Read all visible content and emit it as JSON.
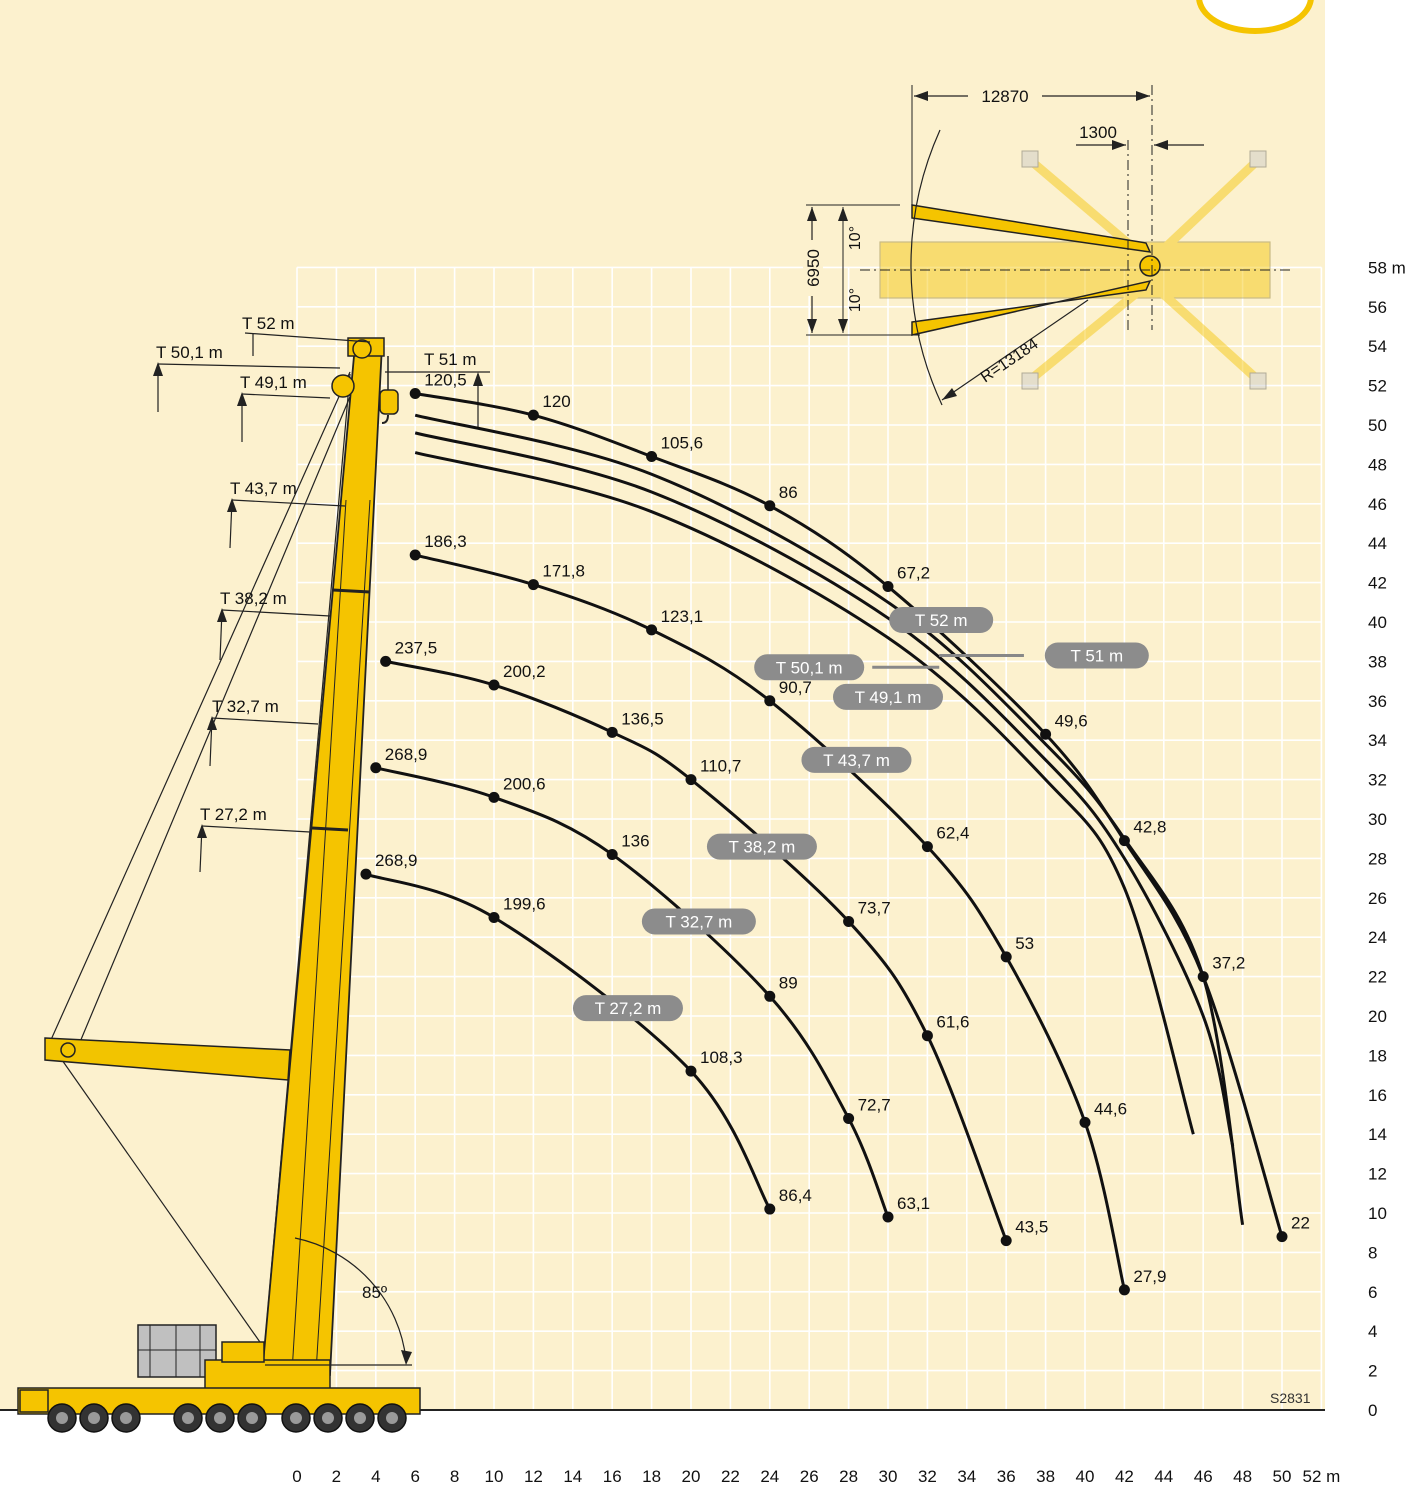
{
  "drawing_code": "S2831",
  "x_axis": {
    "ticks": [
      "0",
      "2",
      "4",
      "6",
      "8",
      "10",
      "12",
      "14",
      "16",
      "18",
      "20",
      "22",
      "24",
      "26",
      "28",
      "30",
      "32",
      "34",
      "36",
      "38",
      "40",
      "42",
      "44",
      "46",
      "48",
      "50",
      "52 m"
    ]
  },
  "y_axis": {
    "ticks": [
      "0",
      "2",
      "4",
      "6",
      "8",
      "10",
      "12",
      "14",
      "16",
      "18",
      "20",
      "22",
      "24",
      "26",
      "28",
      "30",
      "32",
      "34",
      "36",
      "38",
      "40",
      "42",
      "44",
      "46",
      "48",
      "50",
      "52",
      "54",
      "56",
      "58 m"
    ]
  },
  "luffing_angle": "85º",
  "outrigger_dims": {
    "length": "12870",
    "offset": "1300",
    "width": "6950",
    "angle_top": "10°",
    "angle_bottom": "10°",
    "radius": "R=13184"
  },
  "tower_length_labels": [
    "T 52 m",
    "T 50,1 m",
    "T 51 m",
    "T 49,1 m",
    "T 43,7 m",
    "T 38,2 m",
    "T 32,7 m",
    "T 27,2 m"
  ],
  "chart_data": {
    "type": "line",
    "xlabel": "",
    "ylabel": "",
    "xlim": [
      0,
      52
    ],
    "ylim": [
      0,
      58
    ],
    "x_unit": "m",
    "y_unit": "m",
    "grid": true,
    "series": [
      {
        "name": "T 52 m",
        "pill": "T 52 m",
        "points": [
          {
            "x": 6.0,
            "y": 51.6,
            "label": "120,5"
          },
          {
            "x": 12.0,
            "y": 50.5,
            "label": "120"
          },
          {
            "x": 18.0,
            "y": 48.4,
            "label": "105,6"
          },
          {
            "x": 24.0,
            "y": 45.9,
            "label": "86"
          },
          {
            "x": 30.0,
            "y": 41.8,
            "label": "67,2"
          },
          {
            "x": 38.0,
            "y": 34.3,
            "label": "49,6"
          },
          {
            "x": 42.0,
            "y": 28.9,
            "label": "42,8"
          },
          {
            "x": 46.0,
            "y": 22.0,
            "label": "37,2"
          },
          {
            "x": 50.0,
            "y": 8.8,
            "label": "22"
          }
        ]
      },
      {
        "name": "T 51 m",
        "pill": "T 51 m",
        "curve": [
          [
            6.0,
            50.5
          ],
          [
            18.0,
            47.5
          ],
          [
            30.0,
            41.0
          ],
          [
            38.0,
            33.8
          ],
          [
            42.0,
            29.0
          ],
          [
            46.0,
            22.0
          ],
          [
            48.0,
            9.4
          ]
        ]
      },
      {
        "name": "T 50,1 m",
        "pill": "T 50,1 m",
        "curve": [
          [
            6.0,
            49.6
          ],
          [
            18.0,
            46.6
          ],
          [
            30.0,
            40.2
          ],
          [
            38.0,
            33.0
          ],
          [
            42.0,
            28.0
          ],
          [
            46.0,
            20.0
          ],
          [
            47.5,
            13.4
          ]
        ]
      },
      {
        "name": "T 49,1 m",
        "pill": "T 49,1 m",
        "curve": [
          [
            6.0,
            48.6
          ],
          [
            18.0,
            45.6
          ],
          [
            30.0,
            39.2
          ],
          [
            38.0,
            32.0
          ],
          [
            42.0,
            26.5
          ],
          [
            45.5,
            14.0
          ]
        ]
      },
      {
        "name": "T 43,7 m",
        "pill": "T 43,7 m",
        "points": [
          {
            "x": 6.0,
            "y": 43.4,
            "label": "186,3"
          },
          {
            "x": 12.0,
            "y": 41.9,
            "label": "171,8"
          },
          {
            "x": 18.0,
            "y": 39.6,
            "label": "123,1"
          },
          {
            "x": 24.0,
            "y": 36.0,
            "label": "90,7"
          },
          {
            "x": 32.0,
            "y": 28.6,
            "label": "62,4"
          },
          {
            "x": 36.0,
            "y": 23.0,
            "label": "53"
          },
          {
            "x": 40.0,
            "y": 14.6,
            "label": "44,6"
          },
          {
            "x": 42.0,
            "y": 6.1,
            "label": "27,9"
          }
        ]
      },
      {
        "name": "T 38,2 m",
        "pill": "T 38,2 m",
        "points": [
          {
            "x": 4.5,
            "y": 38.0,
            "label": "237,5"
          },
          {
            "x": 10.0,
            "y": 36.8,
            "label": "200,2"
          },
          {
            "x": 16.0,
            "y": 34.4,
            "label": "136,5"
          },
          {
            "x": 20.0,
            "y": 32.0,
            "label": "110,7"
          },
          {
            "x": 28.0,
            "y": 24.8,
            "label": "73,7"
          },
          {
            "x": 32.0,
            "y": 19.0,
            "label": "61,6"
          },
          {
            "x": 36.0,
            "y": 8.6,
            "label": "43,5"
          }
        ]
      },
      {
        "name": "T 32,7 m",
        "pill": "T 32,7 m",
        "points": [
          {
            "x": 4.0,
            "y": 32.6,
            "label": "268,9"
          },
          {
            "x": 10.0,
            "y": 31.1,
            "label": "200,6"
          },
          {
            "x": 16.0,
            "y": 28.2,
            "label": "136"
          },
          {
            "x": 24.0,
            "y": 21.0,
            "label": "89"
          },
          {
            "x": 28.0,
            "y": 14.8,
            "label": "72,7"
          },
          {
            "x": 30.0,
            "y": 9.8,
            "label": "63,1"
          }
        ]
      },
      {
        "name": "T 27,2 m",
        "pill": "T 27,2 m",
        "points": [
          {
            "x": 3.5,
            "y": 27.2,
            "label": "268,9"
          },
          {
            "x": 10.0,
            "y": 25.0,
            "label": "199,6"
          },
          {
            "x": 20.0,
            "y": 17.2,
            "label": "108,3"
          },
          {
            "x": 24.0,
            "y": 10.2,
            "label": "86,4"
          }
        ]
      }
    ]
  }
}
